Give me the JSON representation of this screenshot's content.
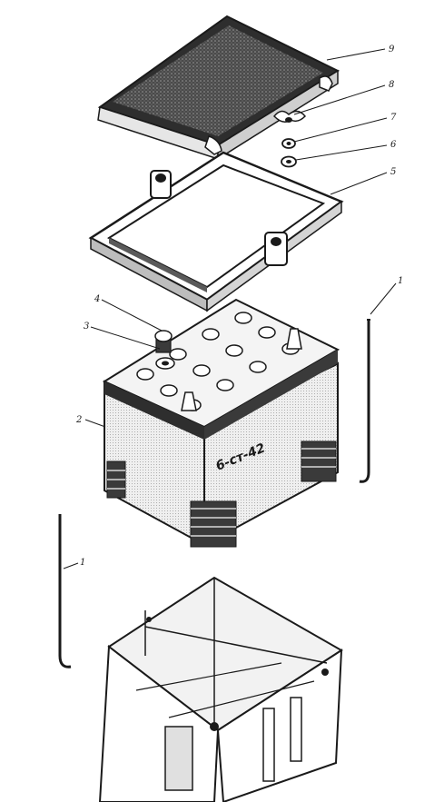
{
  "callouts": {
    "c1_top": "1",
    "c1_bottom": "1",
    "c2": "2",
    "c3": "3",
    "c4": "4",
    "c5": "5",
    "c6": "6",
    "c7": "7",
    "c8": "8",
    "c9": "9"
  },
  "battery": {
    "marking": "6-ст-42"
  },
  "colors": {
    "ink": "#1a1a1a",
    "shade": "#3a3a3a",
    "light": "#d8d8d8",
    "paper": "#ffffff"
  }
}
